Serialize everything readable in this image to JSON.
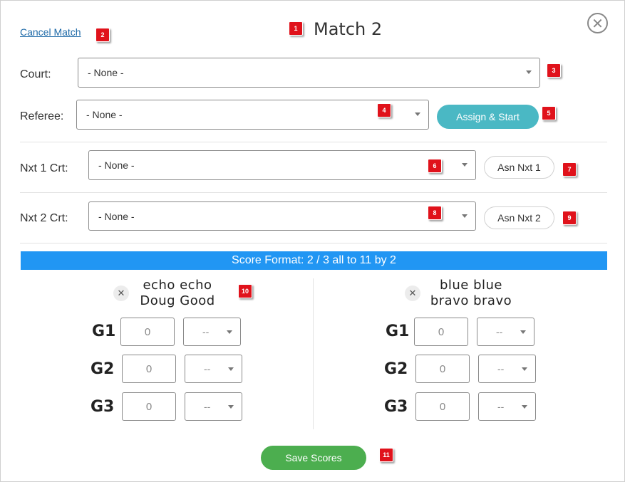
{
  "header": {
    "title": "Match 2",
    "cancel_label": "Cancel Match",
    "close_glyph": "✕"
  },
  "form": {
    "court": {
      "label": "Court:",
      "value": "- None -"
    },
    "referee": {
      "label": "Referee:",
      "value": "- None -"
    },
    "assign_start_label": "Assign & Start",
    "nxt1": {
      "label": "Nxt 1 Crt:",
      "value": "- None -",
      "button": "Asn Nxt 1"
    },
    "nxt2": {
      "label": "Nxt 2 Crt:",
      "value": "- None -",
      "button": "Asn Nxt 2"
    }
  },
  "score_format": "Score Format: 2 / 3 all to 11 by 2",
  "teams": [
    {
      "name_line1": "echo echo",
      "name_line2": "Doug Good",
      "remove_glyph": "✕",
      "games": [
        {
          "label": "G1",
          "score": "0",
          "select": "--"
        },
        {
          "label": "G2",
          "score": "0",
          "select": "--"
        },
        {
          "label": "G3",
          "score": "0",
          "select": "--"
        }
      ]
    },
    {
      "name_line1": "blue blue",
      "name_line2": "bravo bravo",
      "remove_glyph": "✕",
      "games": [
        {
          "label": "G1",
          "score": "0",
          "select": "--"
        },
        {
          "label": "G2",
          "score": "0",
          "select": "--"
        },
        {
          "label": "G3",
          "score": "0",
          "select": "--"
        }
      ]
    }
  ],
  "save_label": "Save Scores",
  "badges": [
    "1",
    "2",
    "3",
    "4",
    "5",
    "6",
    "7",
    "8",
    "9",
    "10",
    "11"
  ],
  "colors": {
    "accent_blue": "#2196f3",
    "teal": "#4ab8c4",
    "green": "#4cae4f",
    "badge_red": "#e0121b",
    "link": "#1e6aa8"
  }
}
